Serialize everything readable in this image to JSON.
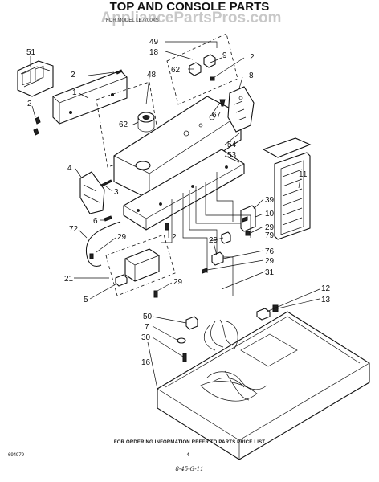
{
  "title": "TOP AND CONSOLE PARTS",
  "subtitle": "FOR MODEL LE7700XS",
  "watermark": "AppliancePartsPros.com",
  "footer": {
    "ordering_note": "FOR ORDERING INFORMATION REFER TO PARTS PRICE LIST",
    "doc_number": "694979",
    "page_number": "4",
    "handwritten_note": "8-45-G-11"
  },
  "callouts": {
    "c51": "51",
    "c49": "49",
    "c18": "18",
    "c9": "9",
    "c2a": "2",
    "c62a": "62",
    "c8": "8",
    "c48": "48",
    "c2b": "2",
    "c1": "1",
    "c2c": "2",
    "c67": "67",
    "c62b": "62",
    "c54": "54",
    "c53": "53",
    "c4": "4",
    "c3": "3",
    "c11": "11",
    "c39": "39",
    "c10": "10",
    "c6": "6",
    "c72": "72",
    "c29a": "29",
    "c2d": "2",
    "c29b": "29",
    "c79": "79",
    "c29c": "29",
    "c76": "76",
    "c29d": "29",
    "c31": "31",
    "c21": "21",
    "c5": "5",
    "c29e": "29",
    "c12": "12",
    "c13": "13",
    "c50": "50",
    "c7": "7",
    "c30": "30",
    "c16": "16"
  }
}
